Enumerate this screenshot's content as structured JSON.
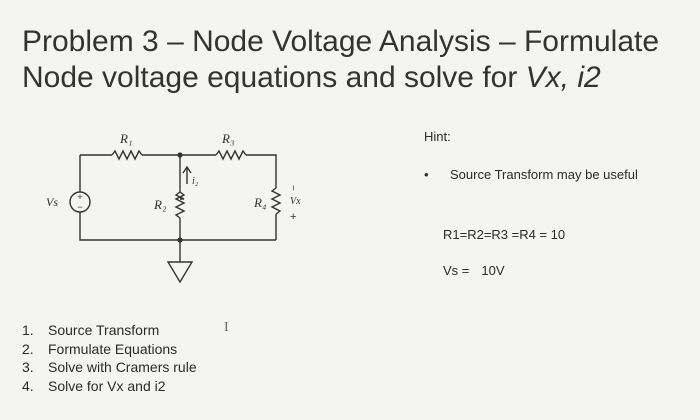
{
  "title": {
    "line1": "Problem 3 – Node Voltage Analysis –  Formulate",
    "line2_prefix": "Node voltage equations and  solve for ",
    "line2_vars": "Vx, i2"
  },
  "circuit": {
    "source_label": "Vs",
    "source_plus": "+",
    "source_minus": "−",
    "r1_label": "R₁",
    "r2_label": "R₂",
    "r3_label": "R₃",
    "r4_label": "R₄",
    "current_label": "i₂",
    "vx_minus": "−",
    "vx_label": "Vx",
    "vx_plus": "+"
  },
  "hint": {
    "label": "Hint:",
    "bullet": "•",
    "bullet_text": "Source Transform may be useful",
    "resistor_equality": "R1=R2=R3 =R4 = 10",
    "vs_label": "Vs =",
    "vs_value": "10V"
  },
  "steps": [
    {
      "num": "1.",
      "text": "Source Transform"
    },
    {
      "num": "2.",
      "text": "Formulate Equations"
    },
    {
      "num": "3.",
      "text": "Solve with Cramers rule"
    },
    {
      "num": "4.",
      "text": "Solve for Vx and i2"
    }
  ],
  "cursor_glyph": "I"
}
